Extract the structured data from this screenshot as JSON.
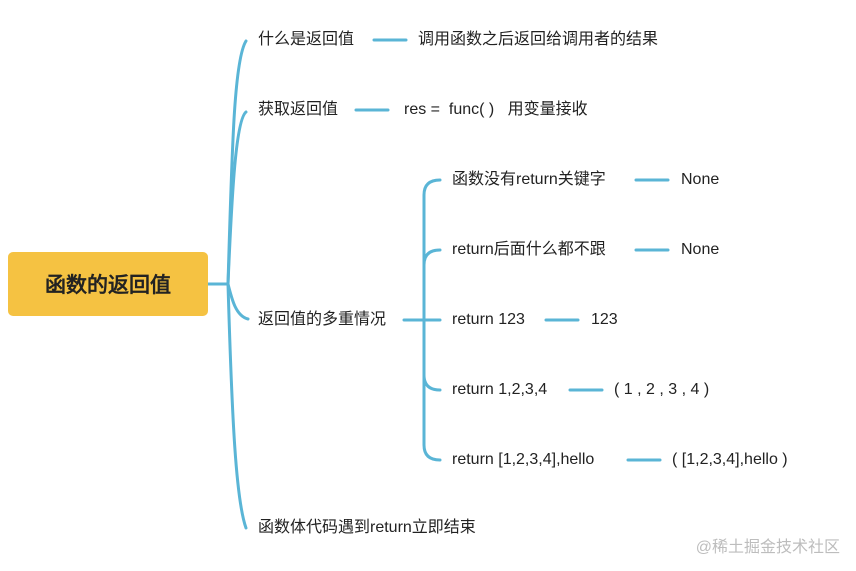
{
  "root": "函数的返回值",
  "branches": [
    {
      "label": "什么是返回值",
      "detail": "调用函数之后返回给调用者的结果"
    },
    {
      "label": "获取返回值",
      "detail": "res =  func( )   用变量接收"
    },
    {
      "label": "返回值的多重情况",
      "cases": [
        {
          "label": "函数没有return关键字",
          "result": "None"
        },
        {
          "label": "return后面什么都不跟",
          "result": "None"
        },
        {
          "label": "return 123",
          "result": "123"
        },
        {
          "label": "return 1,2,3,4",
          "result": "( 1 , 2 , 3 , 4 )"
        },
        {
          "label": "return [1,2,3,4],hello",
          "result": "( [1,2,3,4],hello )"
        }
      ]
    },
    {
      "label": "函数体代码遇到return立即结束"
    }
  ],
  "watermark": "@稀土掘金技术社区",
  "colors": {
    "connector": "#5ab5d6",
    "root_fill": "#f5c242"
  }
}
